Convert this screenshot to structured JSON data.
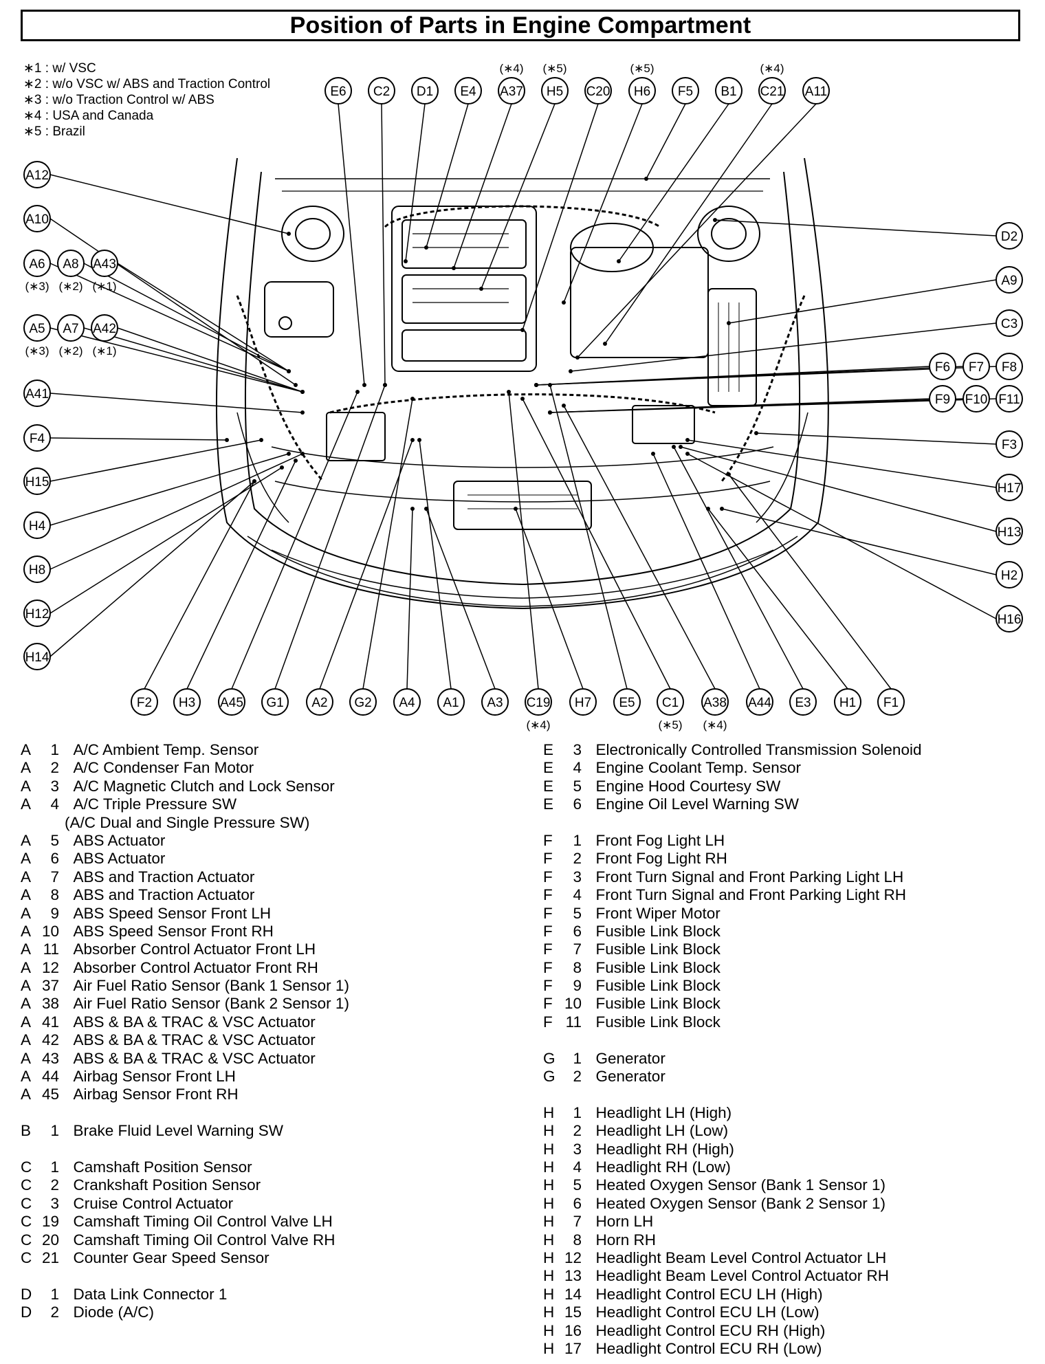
{
  "title": "Position of Parts in Engine Compartment",
  "notes": [
    "∗1 : w/ VSC",
    "∗2 : w/o VSC w/ ABS and Traction Control",
    "∗3 : w/o Traction Control w/ ABS",
    "∗4 : USA and Canada",
    "∗5 : Brazil"
  ],
  "top_callouts": [
    {
      "label": "E6"
    },
    {
      "label": "C2"
    },
    {
      "label": "D1"
    },
    {
      "label": "E4"
    },
    {
      "label": "A37",
      "note": "(∗4)"
    },
    {
      "label": "H5",
      "note": "(∗5)"
    },
    {
      "label": "C20"
    },
    {
      "label": "H6",
      "note": "(∗5)"
    },
    {
      "label": "F5"
    },
    {
      "label": "B1"
    },
    {
      "label": "C21",
      "note": "(∗4)"
    },
    {
      "label": "A11"
    }
  ],
  "left_callouts": [
    {
      "label": "A12"
    },
    {
      "label": "A10"
    },
    {
      "label": "A6",
      "note": "(∗3)"
    },
    {
      "label": "A8",
      "note": "(∗2)"
    },
    {
      "label": "A43",
      "note": "(∗1)"
    },
    {
      "label": "A5",
      "note": "(∗3)"
    },
    {
      "label": "A7",
      "note": "(∗2)"
    },
    {
      "label": "A42",
      "note": "(∗1)"
    },
    {
      "label": "A41"
    },
    {
      "label": "F4"
    },
    {
      "label": "H15"
    },
    {
      "label": "H4"
    },
    {
      "label": "H8"
    },
    {
      "label": "H12"
    },
    {
      "label": "H14"
    }
  ],
  "right_callouts": [
    {
      "label": "D2"
    },
    {
      "label": "A9"
    },
    {
      "label": "C3"
    },
    {
      "label": "F6"
    },
    {
      "label": "F7"
    },
    {
      "label": "F8"
    },
    {
      "label": "F9"
    },
    {
      "label": "F10"
    },
    {
      "label": "F11"
    },
    {
      "label": "F3"
    },
    {
      "label": "H17"
    },
    {
      "label": "H13"
    },
    {
      "label": "H2"
    },
    {
      "label": "H16"
    }
  ],
  "bottom_callouts": [
    {
      "label": "F2"
    },
    {
      "label": "H3"
    },
    {
      "label": "A45"
    },
    {
      "label": "G1"
    },
    {
      "label": "A2"
    },
    {
      "label": "G2"
    },
    {
      "label": "A4"
    },
    {
      "label": "A1"
    },
    {
      "label": "A3"
    },
    {
      "label": "C19",
      "note": "(∗4)"
    },
    {
      "label": "H7"
    },
    {
      "label": "E5"
    },
    {
      "label": "C1",
      "note": "(∗5)"
    },
    {
      "label": "A38",
      "note": "(∗4)"
    },
    {
      "label": "A44"
    },
    {
      "label": "E3"
    },
    {
      "label": "H1"
    },
    {
      "label": "F1"
    }
  ],
  "legend_left": [
    {
      "letter": "A",
      "num": "1",
      "desc": "A/C Ambient Temp. Sensor"
    },
    {
      "letter": "A",
      "num": "2",
      "desc": "A/C Condenser Fan Motor"
    },
    {
      "letter": "A",
      "num": "3",
      "desc": "A/C Magnetic Clutch and Lock Sensor"
    },
    {
      "letter": "A",
      "num": "4",
      "desc": "A/C Triple Pressure SW"
    },
    {
      "letter": "",
      "num": "",
      "desc": "(A/C Dual and Single Pressure SW)",
      "cont": true
    },
    {
      "letter": "A",
      "num": "5",
      "desc": "ABS Actuator"
    },
    {
      "letter": "A",
      "num": "6",
      "desc": "ABS Actuator"
    },
    {
      "letter": "A",
      "num": "7",
      "desc": "ABS and Traction Actuator"
    },
    {
      "letter": "A",
      "num": "8",
      "desc": "ABS and Traction Actuator"
    },
    {
      "letter": "A",
      "num": "9",
      "desc": "ABS Speed Sensor Front LH"
    },
    {
      "letter": "A",
      "num": "10",
      "desc": "ABS Speed Sensor Front RH"
    },
    {
      "letter": "A",
      "num": "11",
      "desc": "Absorber Control Actuator Front LH"
    },
    {
      "letter": "A",
      "num": "12",
      "desc": "Absorber Control Actuator Front RH"
    },
    {
      "letter": "A",
      "num": "37",
      "desc": "Air Fuel Ratio Sensor (Bank 1 Sensor 1)"
    },
    {
      "letter": "A",
      "num": "38",
      "desc": "Air Fuel Ratio Sensor (Bank 2 Sensor 1)"
    },
    {
      "letter": "A",
      "num": "41",
      "desc": "ABS & BA & TRAC & VSC Actuator"
    },
    {
      "letter": "A",
      "num": "42",
      "desc": "ABS & BA & TRAC & VSC Actuator"
    },
    {
      "letter": "A",
      "num": "43",
      "desc": "ABS & BA & TRAC & VSC Actuator"
    },
    {
      "letter": "A",
      "num": "44",
      "desc": "Airbag Sensor Front LH"
    },
    {
      "letter": "A",
      "num": "45",
      "desc": "Airbag Sensor Front RH"
    },
    {
      "letter": "B",
      "num": "1",
      "desc": "Brake Fluid Level Warning SW",
      "gap": true
    },
    {
      "letter": "C",
      "num": "1",
      "desc": "Camshaft Position Sensor",
      "gap": true
    },
    {
      "letter": "C",
      "num": "2",
      "desc": "Crankshaft Position Sensor"
    },
    {
      "letter": "C",
      "num": "3",
      "desc": "Cruise Control Actuator"
    },
    {
      "letter": "C",
      "num": "19",
      "desc": "Camshaft Timing Oil Control Valve LH"
    },
    {
      "letter": "C",
      "num": "20",
      "desc": "Camshaft Timing Oil Control Valve RH"
    },
    {
      "letter": "C",
      "num": "21",
      "desc": "Counter Gear Speed Sensor"
    },
    {
      "letter": "D",
      "num": "1",
      "desc": "Data Link Connector 1",
      "gap": true
    },
    {
      "letter": "D",
      "num": "2",
      "desc": "Diode (A/C)"
    }
  ],
  "legend_right": [
    {
      "letter": "E",
      "num": "3",
      "desc": "Electronically Controlled Transmission Solenoid"
    },
    {
      "letter": "E",
      "num": "4",
      "desc": "Engine Coolant Temp. Sensor"
    },
    {
      "letter": "E",
      "num": "5",
      "desc": "Engine Hood Courtesy SW"
    },
    {
      "letter": "E",
      "num": "6",
      "desc": "Engine Oil Level Warning SW"
    },
    {
      "letter": "F",
      "num": "1",
      "desc": "Front Fog Light LH",
      "gap": true
    },
    {
      "letter": "F",
      "num": "2",
      "desc": "Front Fog Light RH"
    },
    {
      "letter": "F",
      "num": "3",
      "desc": "Front Turn Signal and Front Parking Light LH"
    },
    {
      "letter": "F",
      "num": "4",
      "desc": "Front Turn Signal and Front Parking Light RH"
    },
    {
      "letter": "F",
      "num": "5",
      "desc": "Front Wiper Motor"
    },
    {
      "letter": "F",
      "num": "6",
      "desc": "Fusible Link Block"
    },
    {
      "letter": "F",
      "num": "7",
      "desc": "Fusible Link Block"
    },
    {
      "letter": "F",
      "num": "8",
      "desc": "Fusible Link Block"
    },
    {
      "letter": "F",
      "num": "9",
      "desc": "Fusible Link Block"
    },
    {
      "letter": "F",
      "num": "10",
      "desc": "Fusible Link Block"
    },
    {
      "letter": "F",
      "num": "11",
      "desc": "Fusible Link Block"
    },
    {
      "letter": "G",
      "num": "1",
      "desc": "Generator",
      "gap": true
    },
    {
      "letter": "G",
      "num": "2",
      "desc": "Generator"
    },
    {
      "letter": "H",
      "num": "1",
      "desc": "Headlight LH (High)",
      "gap": true
    },
    {
      "letter": "H",
      "num": "2",
      "desc": "Headlight LH (Low)"
    },
    {
      "letter": "H",
      "num": "3",
      "desc": "Headlight RH (High)"
    },
    {
      "letter": "H",
      "num": "4",
      "desc": "Headlight RH (Low)"
    },
    {
      "letter": "H",
      "num": "5",
      "desc": "Heated Oxygen Sensor (Bank 1 Sensor 1)"
    },
    {
      "letter": "H",
      "num": "6",
      "desc": "Heated Oxygen Sensor (Bank 2 Sensor 1)"
    },
    {
      "letter": "H",
      "num": "7",
      "desc": "Horn LH"
    },
    {
      "letter": "H",
      "num": "8",
      "desc": "Horn RH"
    },
    {
      "letter": "H",
      "num": "12",
      "desc": "Headlight Beam Level Control Actuator LH"
    },
    {
      "letter": "H",
      "num": "13",
      "desc": "Headlight Beam Level Control Actuator RH"
    },
    {
      "letter": "H",
      "num": "14",
      "desc": "Headlight Control ECU LH (High)"
    },
    {
      "letter": "H",
      "num": "15",
      "desc": "Headlight Control ECU LH (Low)"
    },
    {
      "letter": "H",
      "num": "16",
      "desc": "Headlight Control ECU RH (High)"
    },
    {
      "letter": "H",
      "num": "17",
      "desc": "Headlight Control ECU RH (Low)"
    }
  ]
}
